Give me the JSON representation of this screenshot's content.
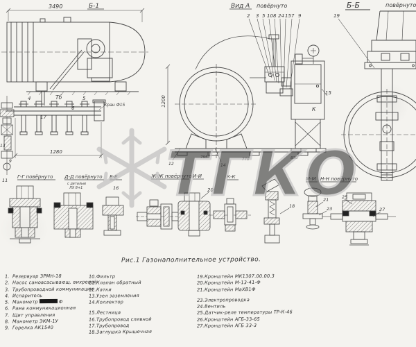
{
  "caption": "Рис.1 Газонаполнительное устройство.",
  "watermark": {
    "text": "ТГКО"
  },
  "views": {
    "side": {
      "dim": "3490",
      "title": "Б-1"
    },
    "front": {
      "title": "Вид А",
      "note": "повёрнуто",
      "dim_height": "1200",
      "dims": [
        "795",
        "770",
        "830"
      ],
      "cabinet_label": "К"
    },
    "section_bb": {
      "title": "Б-Б",
      "note": "повёрнуто"
    },
    "manifold": {
      "dim": "1280",
      "valve_label": "Кран Ф15"
    }
  },
  "callouts": {
    "fan": [
      "2",
      "3",
      "5",
      "10",
      "8",
      "24",
      "15",
      "7",
      "9"
    ],
    "c19": "19",
    "c15": "15",
    "c12": "12",
    "c14": "14",
    "c13": "13",
    "c9": "9",
    "tb": "Тб",
    "m5": "5",
    "m6": "6",
    "m17": "17",
    "m4": "4",
    "d11": "11",
    "d16": "16",
    "d20": "20",
    "d18": "18",
    "d21": "21",
    "d23": "23",
    "d25": "25",
    "d27": "27"
  },
  "sections": {
    "gg": "Г-Г повёрнуто",
    "dd": "Д-Д повёрнуто",
    "ee": "Е-Е",
    "zh": "Ж-Ж повёрнуто",
    "ii": "И-И",
    "kk": "К-К",
    "mm": "М-М",
    "nn": "Н-Н повёрнуто",
    "note1": "с деталью",
    "note2": "ЛХ 8+1"
  },
  "legend": {
    "col1": [
      {
        "n": "1.",
        "t": "Резервуар ЗРМН-18"
      },
      {
        "n": "2.",
        "t": "Насос самовсасывающ. вихревой"
      },
      {
        "n": "3.",
        "t": "Трубопроводной коммуникации"
      },
      {
        "n": "4.",
        "t": "Испаритель"
      },
      {
        "n": "5.",
        "t": "Манометр",
        "suffix": "Ф"
      },
      {
        "n": "6.",
        "t": "Рама коммуникационная"
      },
      {
        "n": "7.",
        "t": "Щит управления"
      },
      {
        "n": "8.",
        "t": "Манометр ЭКМ-1У"
      },
      {
        "n": "9.",
        "t": "Горелка АК1540"
      }
    ],
    "col2": [
      {
        "n": "10.",
        "t": "Фильтр"
      },
      {
        "n": "11.",
        "t": "Клапан обратный"
      },
      {
        "n": "12.",
        "t": "Катки"
      },
      {
        "n": "13.",
        "t": "Узел заземления"
      },
      {
        "n": "14.",
        "t": "Коллектор"
      },
      {
        "n": "15.",
        "t": "Лестница"
      },
      {
        "n": "16.",
        "t": "Трубопровод сливной"
      },
      {
        "n": "17.",
        "t": "Трубопровод"
      },
      {
        "n": "18.",
        "t": "Заглушка Крышечная"
      }
    ],
    "col3": [
      {
        "n": "19.",
        "t": "Кронштейн МК1307.00.00.3"
      },
      {
        "n": "20.",
        "t": "Кронштейн М-13-41-Ф"
      },
      {
        "n": "21.",
        "t": "Кронштейн МаХВ1Ф"
      },
      {
        "n": "23.",
        "t": "Электропроводка"
      },
      {
        "n": "24.",
        "t": "Вентиль"
      },
      {
        "n": "25.",
        "t": "Датчик-реле температуры ТР-К-46"
      },
      {
        "n": "26.",
        "t": "Кронштейн АГБ-33-65"
      },
      {
        "n": "27.",
        "t": "Кронштейн АГБ 33-3"
      }
    ]
  }
}
